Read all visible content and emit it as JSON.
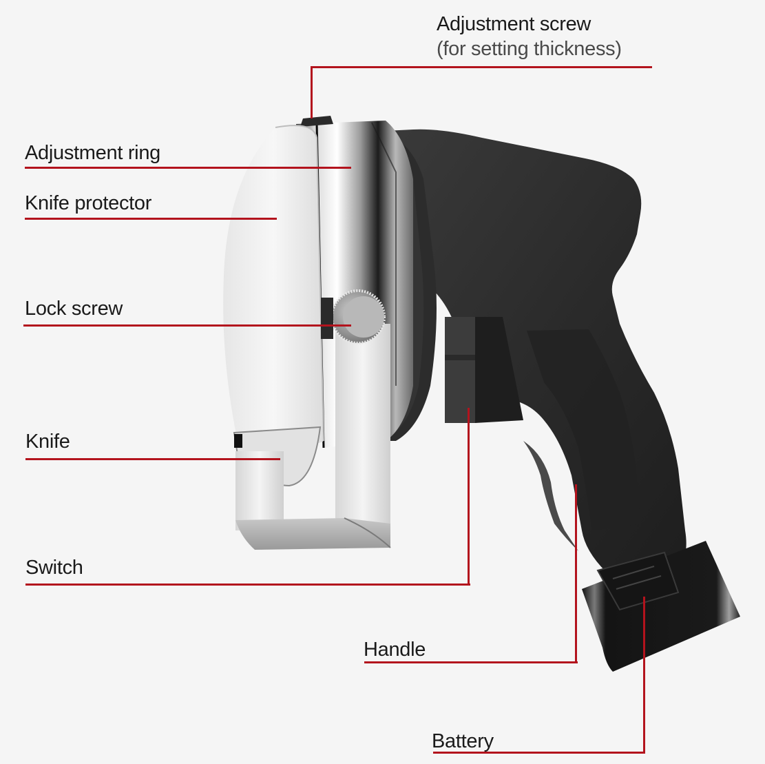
{
  "diagram": {
    "subject": "Cordless electric kebab / doner knife",
    "accent_color": "#b3131d",
    "background_color": "#f5f5f5",
    "labels": [
      {
        "id": "adjustment_screw",
        "text": "Adjustment screw",
        "subtext": "(for setting thickness)"
      },
      {
        "id": "adjustment_ring",
        "text": "Adjustment ring"
      },
      {
        "id": "knife_protector",
        "text": "Knife protector"
      },
      {
        "id": "lock_screw",
        "text": "Lock screw"
      },
      {
        "id": "knife",
        "text": "Knife"
      },
      {
        "id": "switch",
        "text": "Switch"
      },
      {
        "id": "handle",
        "text": "Handle"
      },
      {
        "id": "battery",
        "text": "Battery"
      }
    ]
  }
}
